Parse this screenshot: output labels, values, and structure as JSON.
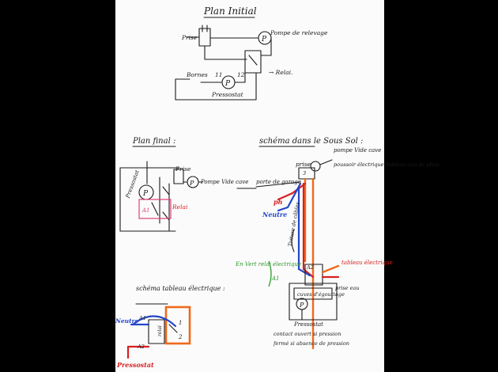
{
  "colors": {
    "background": "#000000",
    "paper": "#fbfbfb",
    "ink": "#1a1a1a",
    "red": "#d82020",
    "blue": "#2346c8",
    "orange": "#ef6a1a",
    "green": "#2e9a2e",
    "pink": "#e0407a"
  },
  "plan_initial": {
    "title": "Plan Initial",
    "prise": "Prise",
    "pompe": "Pompe de relevage",
    "bornes": "Bornes",
    "b11": "11",
    "b12": "12",
    "pressostat": "Pressostat",
    "relai": "→ Relai."
  },
  "plan_final": {
    "title": "Plan final :",
    "prise": "Prise",
    "pompe": "Pompe Vide cave",
    "pressostat": "Pressostat",
    "relai": "Relai",
    "p": "P"
  },
  "sous_sol": {
    "title": "schéma dans le Sous Sol :",
    "prise": "prise",
    "prise_num": "3",
    "pompe": "pompe Vide cave",
    "poussoir": "poussoir électrique Tableau eau de pluie",
    "porte": "porte de garage",
    "phase": "ph",
    "neutre": "Neutre",
    "toiture": "Toiture de câbles",
    "en_vert": "En Vert relai électrique",
    "a1": "A1",
    "a2": "A2",
    "tableau": "tableau électrique",
    "prise_eau": "prise eau",
    "cuves": "cuves d'égouttage",
    "p": "P",
    "pressostat": "Pressostat",
    "note1": "contact ouvert si pression",
    "note2": "fermé si absence de pression"
  },
  "tableau": {
    "title": "schéma tableau électrique :",
    "neutre": "Neutre",
    "a1": "A1",
    "a2": "A2",
    "n1": "1",
    "n2": "2",
    "pressostat": "Pressostat",
    "relai": "relai"
  }
}
